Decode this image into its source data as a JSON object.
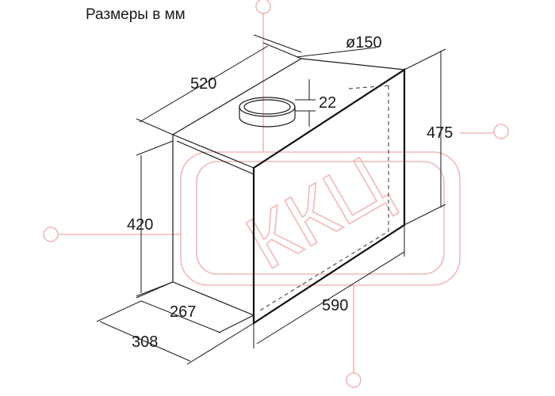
{
  "title": "Размеры в мм",
  "dimensions": {
    "duct_diameter": "ø150",
    "depth_top": "520",
    "collar_height": "22",
    "panel_height": "475",
    "body_height": "420",
    "depth_inner": "267",
    "depth_outer": "308",
    "width": "590"
  },
  "watermark": {
    "text": "ККЦ"
  },
  "colors": {
    "line": "#1a1a1a",
    "watermark": "#f2b8b8"
  }
}
